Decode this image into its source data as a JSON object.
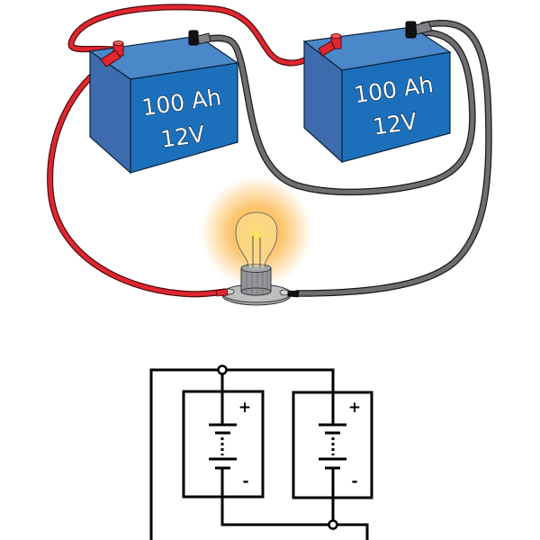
{
  "title": "Two 12V 100Ah batteries wired in parallel powering a light bulb",
  "batteries": [
    {
      "id": "battery-1",
      "capacity_label": "100 Ah",
      "voltage_label": "12V"
    },
    {
      "id": "battery-2",
      "capacity_label": "100 Ah",
      "voltage_label": "12V"
    }
  ],
  "load": {
    "type": "light-bulb",
    "state": "lit"
  },
  "wiring": {
    "positive_cable_color": "#e0262e",
    "negative_cable_color": "#6d6e70",
    "connection": "parallel"
  },
  "colors": {
    "battery_front": "#1c70bb",
    "battery_side": "#3e6aae",
    "battery_top": "#4b88c9",
    "glow": "#fbb03b",
    "outline": "#0d2440"
  },
  "schematic": {
    "cells": [
      {
        "positive_symbol": "+",
        "negative_symbol": "-"
      },
      {
        "positive_symbol": "+",
        "negative_symbol": "-"
      }
    ]
  }
}
